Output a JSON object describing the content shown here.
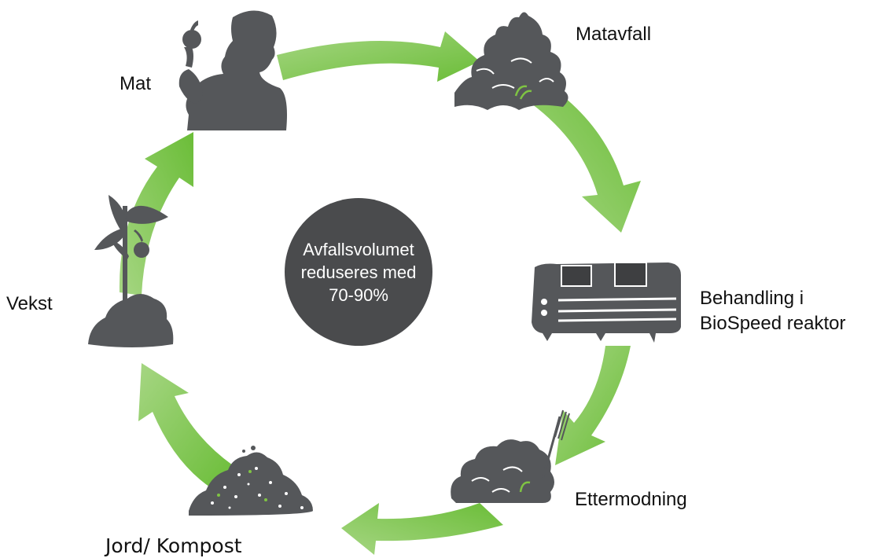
{
  "colors": {
    "arrow_light": "#9bd174",
    "arrow_dark": "#6fbf3c",
    "icon_fill": "#55575a",
    "icon_highlight": "#7fc443",
    "center_fill": "#4a4b4d",
    "center_text": "#ffffff"
  },
  "center": {
    "lines": [
      "Avfallsvolumet",
      "reduseres med",
      "70-90%"
    ]
  },
  "stages": {
    "mat": "Mat",
    "matavfall": "Matavfall",
    "behandling": [
      "Behandling i",
      "BioSpeed reaktor"
    ],
    "ettermodning": "Ettermodning",
    "jord": "Jord/ Kompost",
    "vekst": "Vekst"
  },
  "icons": {
    "mat": "person-eating-apple-icon",
    "matavfall": "food-waste-pile-icon",
    "behandling": "biospeed-reactor-icon",
    "ettermodning": "compost-heap-with-fork-icon",
    "jord": "soil-compost-pile-icon",
    "vekst": "apple-plant-seedling-icon"
  }
}
